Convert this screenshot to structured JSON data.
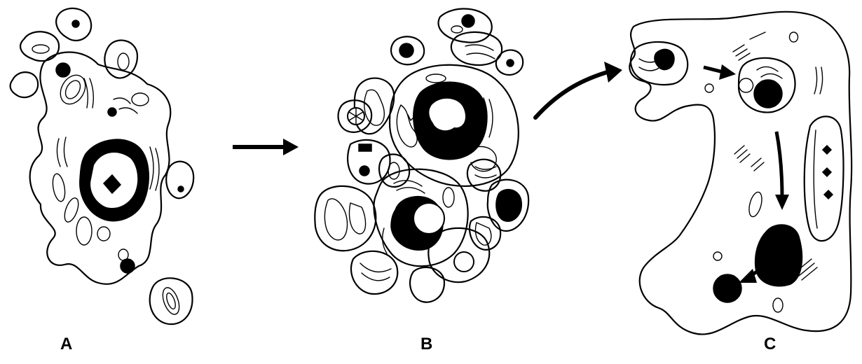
{
  "panels": [
    {
      "id": "A",
      "label": "A"
    },
    {
      "id": "B",
      "label": "B"
    },
    {
      "id": "C",
      "label": "C"
    }
  ],
  "colors": {
    "ink": "#000000",
    "paper": "#ffffff"
  }
}
